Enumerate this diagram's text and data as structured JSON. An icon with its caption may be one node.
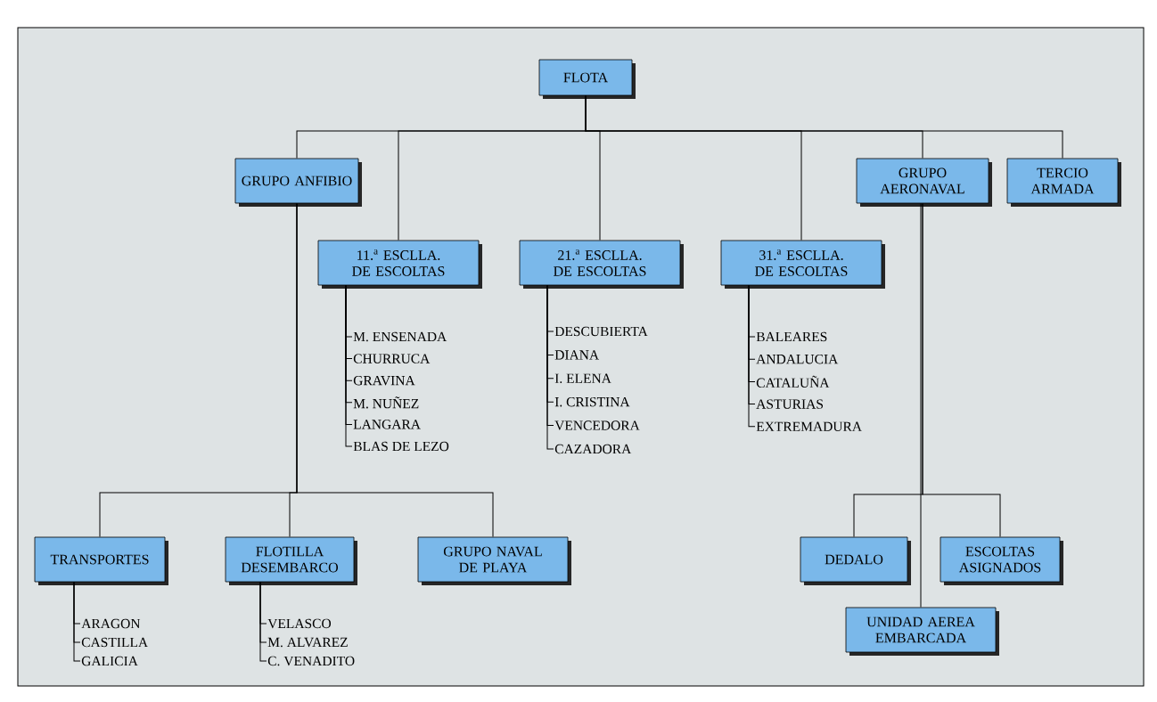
{
  "diagram": {
    "nodes": [
      {
        "text": [
          "FLOTA"
        ]
      },
      {
        "text": [
          "GRUPO ANFIBIO"
        ]
      },
      {
        "text": [
          "11.$^{a}$ ESCLLA. DE ESCOLTAS"
        ]
      },
      {
        "text": [
          "21.$^{a}$ ESCLLA. DE ESCOLTAS"
        ]
      },
      {
        "text": [
          "31.$^{a}$ ESCLLA. DE ESCOLTAS"
        ]
      },
      {
        "text": [
          "GRUPO AERONAVAL"
        ]
      },
      {
        "text": [
          "TERCIO ARMADA"
        ]
      },
      {
        "text": [
          "M. ENSENADA"
        ]
      },
      {
        "text": [
          "CHURRUCA"
        ]
      },
      {
        "text": [
          "GRAVINA"
        ]
      },
      {
        "text": [
          "M. NUÑEZ"
        ]
      },
      {
        "text": [
          "LANGARA"
        ]
      },
      {
        "text": [
          "BLAS DE LEZO"
        ]
      },
      {
        "text": [
          "DESCUBIERTA"
        ]
      },
      {
        "text": [
          "DIANA"
        ]
      },
      {
        "text": [
          "I. ELENA"
        ]
      },
      {
        "text": [
          "I. CRISTINA"
        ]
      },
      {
        "text": [
          "VENCEDORA"
        ]
      },
      {
        "text": [
          "CAZADORA"
        ]
      },
      {
        "text": [
          "BALEARES"
        ]
      },
      {
        "text": [
          "ANDALUCIA"
        ]
      },
      {
        "text": [
          "CATALUÑA"
        ]
      },
      {
        "text": [
          "ASTURIAS"
        ]
      },
      {
        "text": [
          "EXTREMADURA"
        ]
      },
      {
        "text": [
          "TRANSPORTES"
        ]
      },
      {
        "text": [
          "FLOTILLA DESEMBARCO"
        ]
      },
      {
        "text": [
          "GRUPO NAVAL DE PLAYA"
        ]
      },
      {
        "text": [
          "ARAGON"
        ]
      },
      {
        "text": [
          "CASTILLA"
        ]
      },
      {
        "text": [
          "GALICIA"
        ]
      },
      {
        "text": [
          "VELASCO"
        ]
      },
      {
        "text": [
          "M. ALVAREZ"
        ]
      },
      {
        "text": [
          "C. VENADITO"
        ]
      },
      {
        "text": [
          "DEDALO"
        ]
      },
      {
        "text": [
          "ESCOLTAS ASIGNADOS"
        ]
      },
      {
        "text": [
          "UNIDAD AEREA EMBARCADA"
        ]
      }
    ],
    "edges": [
      {
        "from": 0,
        "to": 1,
        "arrow": "none"
      },
      {
        "from": 0,
        "to": 2,
        "arrow": "none"
      },
      {
        "from": 0,
        "to": 3,
        "arrow": "none"
      },
      {
        "from": 0,
        "to": 4,
        "arrow": "none"
      },
      {
        "from": 0,
        "to": 5,
        "arrow": "none"
      },
      {
        "from": 0,
        "to": 6,
        "arrow": "none"
      },
      {
        "from": 2,
        "to": 7,
        "arrow": "none"
      },
      {
        "from": 2,
        "to": 8,
        "arrow": "none"
      },
      {
        "from": 2,
        "to": 9,
        "arrow": "none"
      },
      {
        "from": 2,
        "to": 10,
        "arrow": "none"
      },
      {
        "from": 2,
        "to": 11,
        "arrow": "none"
      },
      {
        "from": 2,
        "to": 12,
        "arrow": "none"
      },
      {
        "from": 3,
        "to": 13,
        "arrow": "none"
      },
      {
        "from": 3,
        "to": 14,
        "arrow": "none"
      },
      {
        "from": 3,
        "to": 15,
        "arrow": "none"
      },
      {
        "from": 3,
        "to": 16,
        "arrow": "none"
      },
      {
        "from": 3,
        "to": 17,
        "arrow": "none"
      },
      {
        "from": 3,
        "to": 18,
        "arrow": "none"
      },
      {
        "from": 4,
        "to": 19,
        "arrow": "none"
      },
      {
        "from": 4,
        "to": 20,
        "arrow": "none"
      },
      {
        "from": 4,
        "to": 21,
        "arrow": "none"
      },
      {
        "from": 4,
        "to": 22,
        "arrow": "none"
      },
      {
        "from": 4,
        "to": 23,
        "arrow": "none"
      },
      {
        "from": 1,
        "to": 24,
        "arrow": "none"
      },
      {
        "from": 1,
        "to": 25,
        "arrow": "none"
      },
      {
        "from": 1,
        "to": 26,
        "arrow": "none"
      },
      {
        "from": 24,
        "to": 27,
        "arrow": "none"
      },
      {
        "from": 24,
        "to": 28,
        "arrow": "none"
      },
      {
        "from": 24,
        "to": 29,
        "arrow": "none"
      },
      {
        "from": 25,
        "to": 30,
        "arrow": "none"
      },
      {
        "from": 25,
        "to": 31,
        "arrow": "none"
      },
      {
        "from": 25,
        "to": 32,
        "arrow": "none"
      },
      {
        "from": 5,
        "to": 33,
        "arrow": "none"
      },
      {
        "from": 5,
        "to": 34,
        "arrow": "none"
      },
      {
        "from": 5,
        "to": 35,
        "arrow": "none"
      }
    ]
  }
}
